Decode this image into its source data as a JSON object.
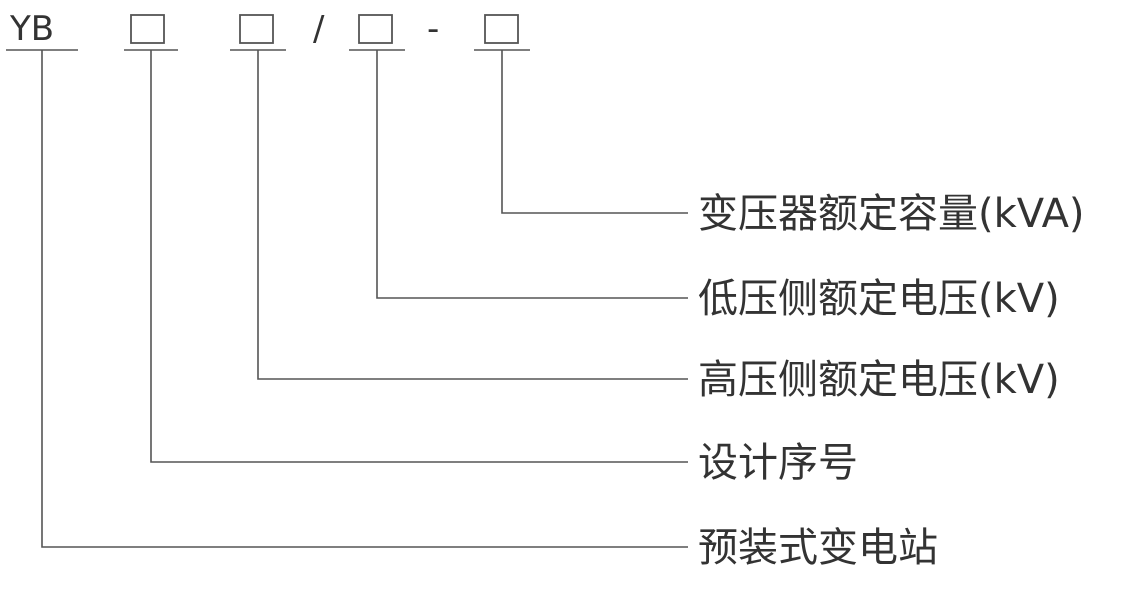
{
  "code": {
    "prefix": "YB",
    "slash": "/",
    "dash": "-"
  },
  "labels": [
    "变压器额定容量(kVA)",
    "低压侧额定电压(kV)",
    "高压侧额定电压(kV)",
    "设计序号",
    "预装式变电站"
  ]
}
